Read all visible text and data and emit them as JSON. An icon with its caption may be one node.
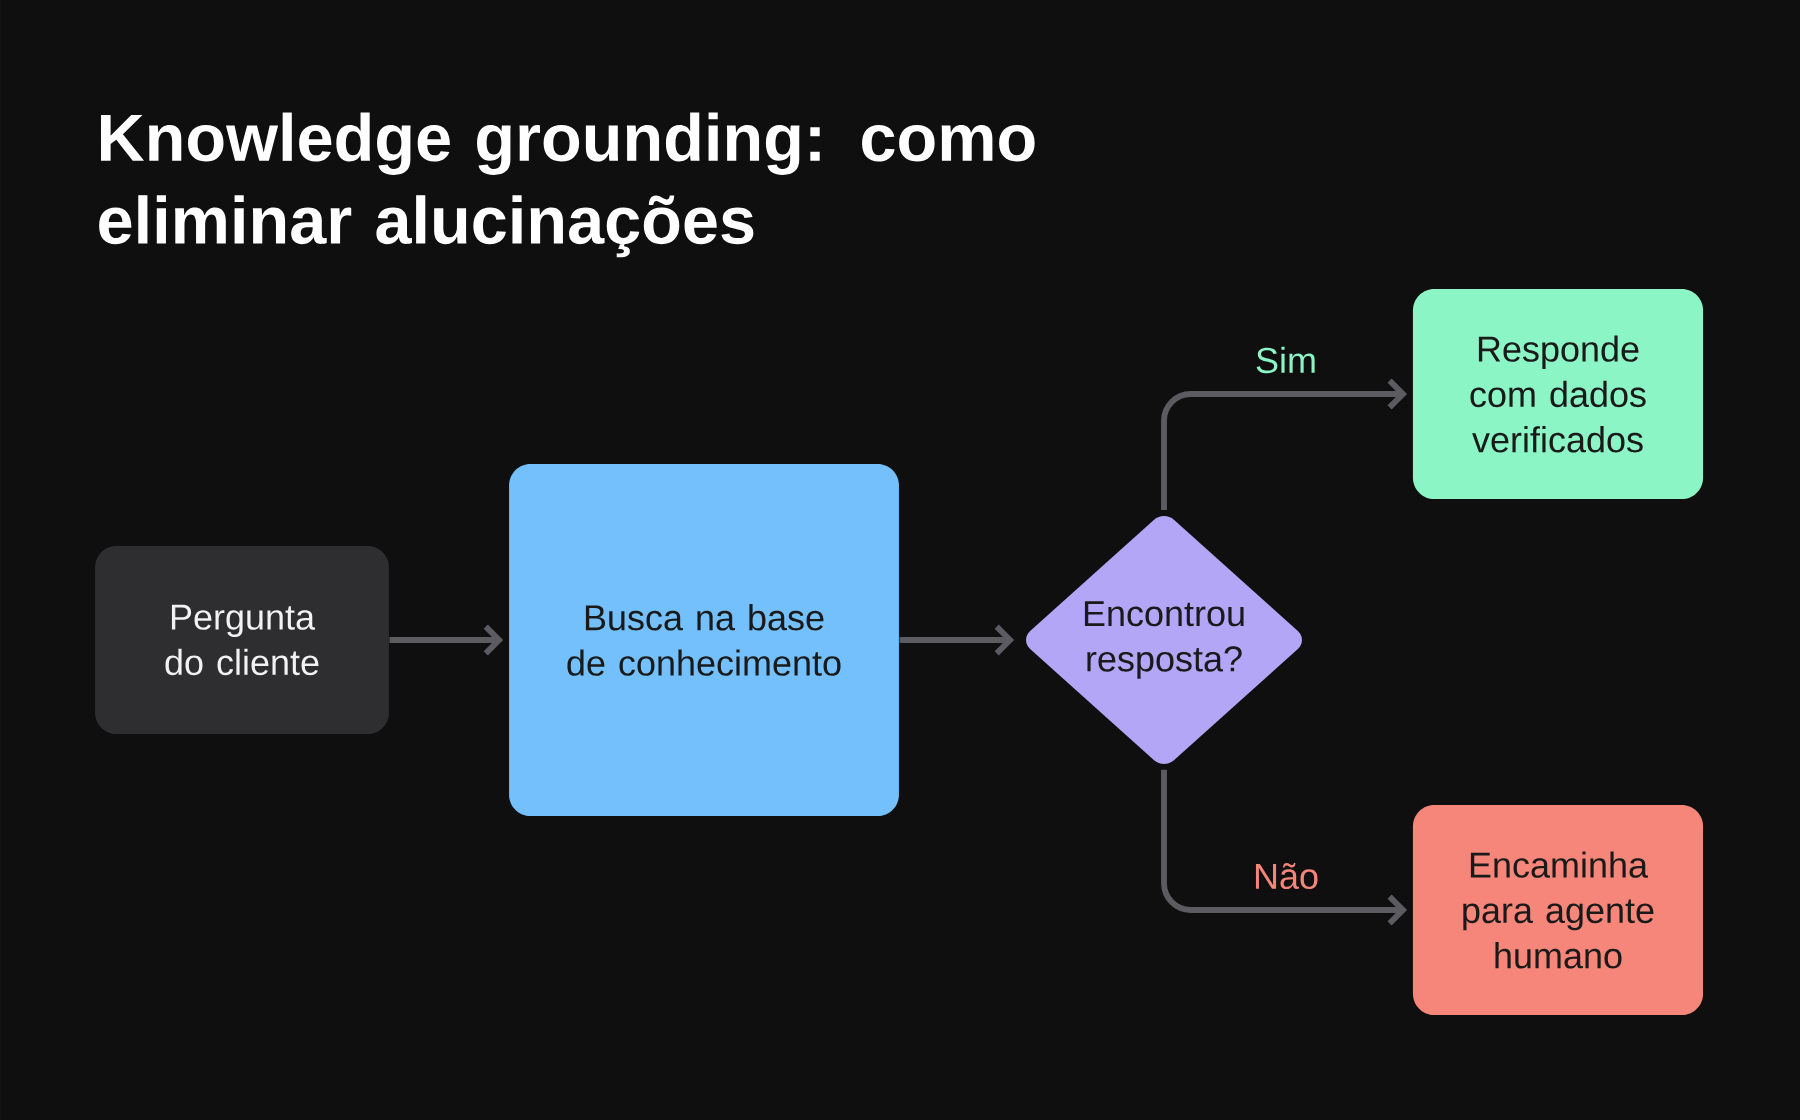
{
  "diagram": {
    "title": "Knowledge grounding: como eliminar alucinações",
    "nodes": [
      {
        "text": [
          "Pergunta do cliente"
        ]
      },
      {
        "text": [
          "Busca na base de conhecimento"
        ]
      },
      {
        "text": [
          "Encontrou resposta?"
        ]
      },
      {
        "text": [
          "Responde com dados verificados"
        ]
      },
      {
        "text": [
          "Encaminha para agente humano"
        ]
      }
    ],
    "edges": [
      {
        "from": 0,
        "to": 1,
        "arrow": "to"
      },
      {
        "from": 1,
        "to": 2,
        "arrow": "to"
      },
      {
        "from": 2,
        "to": 3,
        "arrow": "to",
        "label": "Sim"
      },
      {
        "from": 2,
        "to": 4,
        "arrow": "to",
        "label": "Não"
      }
    ]
  }
}
